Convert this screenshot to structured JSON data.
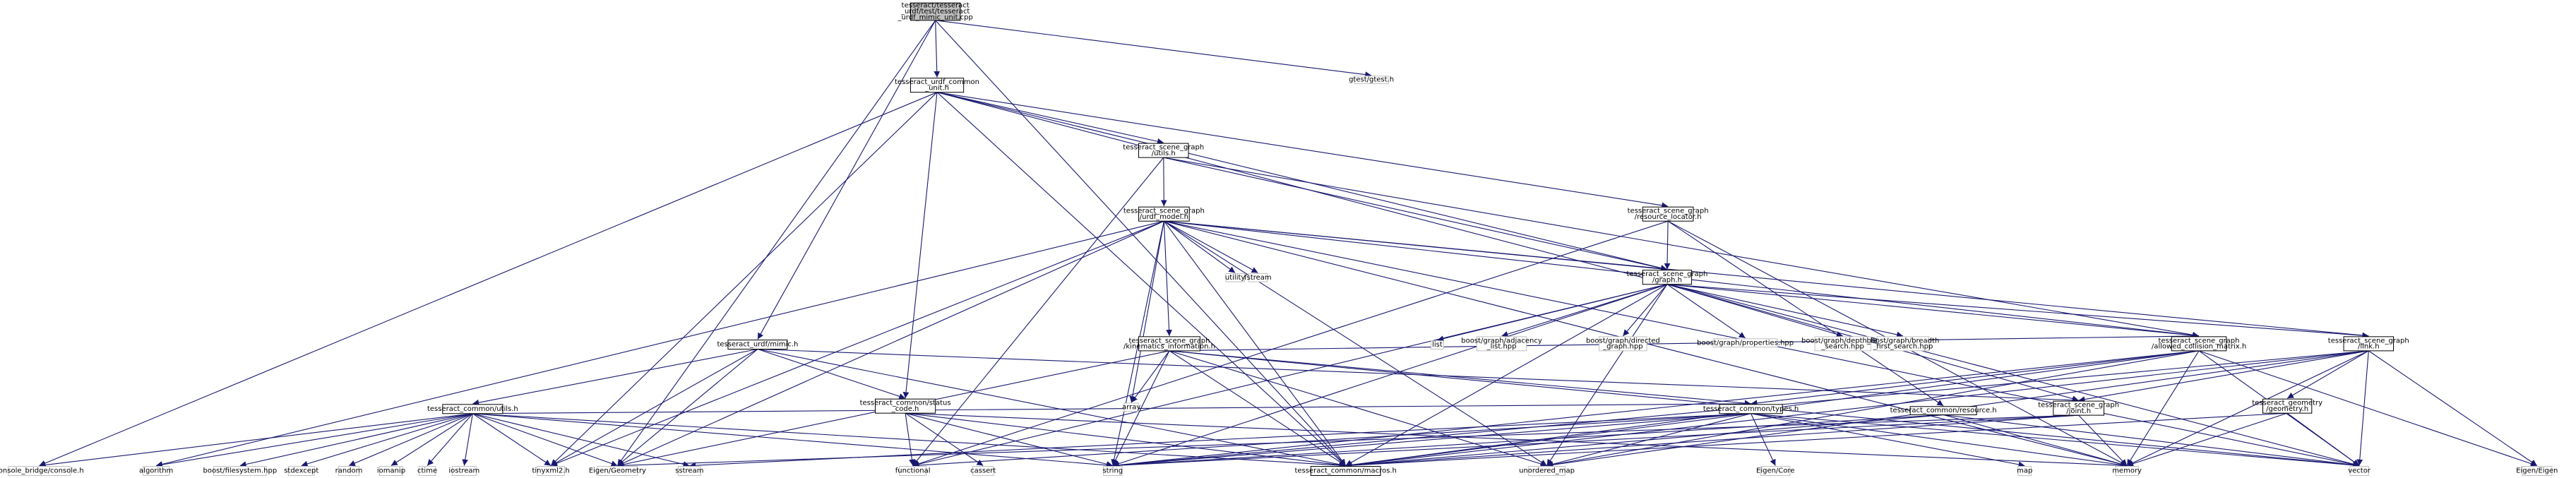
{
  "colors": {
    "edge": "#191970",
    "root_fill": "#bfbfbf",
    "node_stroke": "#000000",
    "external_stroke": "#bfbfbf",
    "node_fill": "#ffffff"
  },
  "nodes": [
    {
      "id": "root",
      "lines": [
        "tesseract/tesseract",
        "_urdf/test/tesseract",
        "_urdf_mimic_unit.cpp"
      ],
      "kind": "root"
    },
    {
      "id": "common_unit",
      "lines": [
        "tesseract_urdf_common",
        "_unit.h"
      ],
      "kind": "internal"
    },
    {
      "id": "gtest",
      "lines": [
        "gtest/gtest.h"
      ],
      "kind": "external"
    },
    {
      "id": "sg_utils",
      "lines": [
        "tesseract_scene_graph",
        "/utils.h"
      ],
      "kind": "internal"
    },
    {
      "id": "sg_urdf_model",
      "lines": [
        "tesseract_scene_graph",
        "/urdf_model.h"
      ],
      "kind": "internal"
    },
    {
      "id": "sg_resource_locator",
      "lines": [
        "tesseract_scene_graph",
        "/resource_locator.h"
      ],
      "kind": "internal"
    },
    {
      "id": "utility",
      "lines": [
        "utility"
      ],
      "kind": "external"
    },
    {
      "id": "fstream",
      "lines": [
        "fstream"
      ],
      "kind": "external"
    },
    {
      "id": "sg_graph",
      "lines": [
        "tesseract_scene_graph",
        "/graph.h"
      ],
      "kind": "internal"
    },
    {
      "id": "list",
      "lines": [
        "list"
      ],
      "kind": "external"
    },
    {
      "id": "bg_adjacency",
      "lines": [
        "boost/graph/adjacency",
        "_list.hpp"
      ],
      "kind": "external"
    },
    {
      "id": "bg_directed",
      "lines": [
        "boost/graph/directed",
        "_graph.hpp"
      ],
      "kind": "external"
    },
    {
      "id": "bg_properties",
      "lines": [
        "boost/graph/properties.hpp"
      ],
      "kind": "external"
    },
    {
      "id": "bg_dfs",
      "lines": [
        "boost/graph/depth_first",
        "_search.hpp"
      ],
      "kind": "external"
    },
    {
      "id": "bg_bfs",
      "lines": [
        "boost/graph/breadth",
        "_first_search.hpp"
      ],
      "kind": "external"
    },
    {
      "id": "sg_kin_info",
      "lines": [
        "tesseract_scene_graph",
        "/kinematics_information.h"
      ],
      "kind": "internal"
    },
    {
      "id": "sg_acm",
      "lines": [
        "tesseract_scene_graph",
        "/allowed_collision_matrix.h"
      ],
      "kind": "internal"
    },
    {
      "id": "sg_link",
      "lines": [
        "tesseract_scene_graph",
        "/link.h"
      ],
      "kind": "internal"
    },
    {
      "id": "urdf_mimic",
      "lines": [
        "tesseract_urdf/mimic.h"
      ],
      "kind": "internal"
    },
    {
      "id": "common_status",
      "lines": [
        "tesseract_common/status",
        "_code.h"
      ],
      "kind": "internal"
    },
    {
      "id": "array",
      "lines": [
        "array"
      ],
      "kind": "external"
    },
    {
      "id": "common_types",
      "lines": [
        "tesseract_common/types.h"
      ],
      "kind": "internal"
    },
    {
      "id": "common_resource",
      "lines": [
        "tesseract_common/resource.h"
      ],
      "kind": "internal"
    },
    {
      "id": "sg_joint",
      "lines": [
        "tesseract_scene_graph",
        "/joint.h"
      ],
      "kind": "internal"
    },
    {
      "id": "geom_geometry",
      "lines": [
        "tesseract_geometry",
        "/geometry.h"
      ],
      "kind": "internal"
    },
    {
      "id": "common_utils",
      "lines": [
        "tesseract_common/utils.h"
      ],
      "kind": "internal"
    },
    {
      "id": "console_bridge",
      "lines": [
        "console_bridge/console.h"
      ],
      "kind": "external"
    },
    {
      "id": "algorithm",
      "lines": [
        "algorithm"
      ],
      "kind": "external"
    },
    {
      "id": "boost_fs",
      "lines": [
        "boost/filesystem.hpp"
      ],
      "kind": "external"
    },
    {
      "id": "stdexcept",
      "lines": [
        "stdexcept"
      ],
      "kind": "external"
    },
    {
      "id": "random",
      "lines": [
        "random"
      ],
      "kind": "external"
    },
    {
      "id": "iomanip",
      "lines": [
        "iomanip"
      ],
      "kind": "external"
    },
    {
      "id": "ctime",
      "lines": [
        "ctime"
      ],
      "kind": "external"
    },
    {
      "id": "iostream",
      "lines": [
        "iostream"
      ],
      "kind": "external"
    },
    {
      "id": "tinyxml2",
      "lines": [
        "tinyxml2.h"
      ],
      "kind": "external"
    },
    {
      "id": "eigen_geometry",
      "lines": [
        "Eigen/Geometry"
      ],
      "kind": "external"
    },
    {
      "id": "sstream",
      "lines": [
        "sstream"
      ],
      "kind": "external"
    },
    {
      "id": "functional",
      "lines": [
        "functional"
      ],
      "kind": "external"
    },
    {
      "id": "cassert",
      "lines": [
        "cassert"
      ],
      "kind": "external"
    },
    {
      "id": "string",
      "lines": [
        "string"
      ],
      "kind": "external"
    },
    {
      "id": "common_macros",
      "lines": [
        "tesseract_common/macros.h"
      ],
      "kind": "internal"
    },
    {
      "id": "unordered_map",
      "lines": [
        "unordered_map"
      ],
      "kind": "external"
    },
    {
      "id": "eigen_core",
      "lines": [
        "Eigen/Core"
      ],
      "kind": "external"
    },
    {
      "id": "map",
      "lines": [
        "map"
      ],
      "kind": "external"
    },
    {
      "id": "memory",
      "lines": [
        "memory"
      ],
      "kind": "external"
    },
    {
      "id": "vector",
      "lines": [
        "vector"
      ],
      "kind": "external"
    },
    {
      "id": "eigen_eigen",
      "lines": [
        "Eigen/Eigen"
      ],
      "kind": "external"
    }
  ],
  "edges": [
    [
      "root",
      "common_unit"
    ],
    [
      "root",
      "gtest"
    ],
    [
      "root",
      "urdf_mimic"
    ],
    [
      "root",
      "eigen_geometry"
    ],
    [
      "root",
      "common_macros"
    ],
    [
      "common_unit",
      "sg_utils"
    ],
    [
      "common_unit",
      "sg_resource_locator"
    ],
    [
      "common_unit",
      "sg_graph"
    ],
    [
      "common_unit",
      "common_status"
    ],
    [
      "common_unit",
      "console_bridge"
    ],
    [
      "common_unit",
      "tinyxml2"
    ],
    [
      "common_unit",
      "common_macros"
    ],
    [
      "common_unit",
      "vector"
    ],
    [
      "sg_utils",
      "sg_urdf_model"
    ],
    [
      "sg_utils",
      "sg_graph"
    ],
    [
      "sg_utils",
      "sg_acm"
    ],
    [
      "sg_utils",
      "functional"
    ],
    [
      "sg_urdf_model",
      "utility"
    ],
    [
      "sg_urdf_model",
      "fstream"
    ],
    [
      "sg_urdf_model",
      "sg_graph"
    ],
    [
      "sg_urdf_model",
      "sg_kin_info"
    ],
    [
      "sg_urdf_model",
      "sg_acm"
    ],
    [
      "sg_urdf_model",
      "sg_link"
    ],
    [
      "sg_urdf_model",
      "array"
    ],
    [
      "sg_urdf_model",
      "string"
    ],
    [
      "sg_urdf_model",
      "common_macros"
    ],
    [
      "sg_urdf_model",
      "unordered_map"
    ],
    [
      "sg_urdf_model",
      "memory"
    ],
    [
      "sg_urdf_model",
      "vector"
    ],
    [
      "sg_urdf_model",
      "eigen_geometry"
    ],
    [
      "sg_urdf_model",
      "tinyxml2"
    ],
    [
      "sg_urdf_model",
      "algorithm"
    ],
    [
      "sg_resource_locator",
      "sg_graph"
    ],
    [
      "sg_resource_locator",
      "common_resource"
    ],
    [
      "sg_resource_locator",
      "functional"
    ],
    [
      "sg_resource_locator",
      "memory"
    ],
    [
      "sg_graph",
      "list"
    ],
    [
      "sg_graph",
      "bg_adjacency"
    ],
    [
      "sg_graph",
      "bg_directed"
    ],
    [
      "sg_graph",
      "bg_properties"
    ],
    [
      "sg_graph",
      "bg_dfs"
    ],
    [
      "sg_graph",
      "bg_bfs"
    ],
    [
      "sg_graph",
      "sg_acm"
    ],
    [
      "sg_graph",
      "sg_link"
    ],
    [
      "sg_graph",
      "sg_joint"
    ],
    [
      "sg_graph",
      "common_macros"
    ],
    [
      "sg_graph",
      "string"
    ],
    [
      "sg_graph",
      "unordered_map"
    ],
    [
      "sg_graph",
      "functional"
    ],
    [
      "sg_kin_info",
      "common_types"
    ],
    [
      "sg_kin_info",
      "sg_acm"
    ],
    [
      "sg_kin_info",
      "array"
    ],
    [
      "sg_kin_info",
      "string"
    ],
    [
      "sg_kin_info",
      "unordered_map"
    ],
    [
      "sg_kin_info",
      "common_macros"
    ],
    [
      "sg_kin_info",
      "eigen_geometry"
    ],
    [
      "sg_kin_info",
      "vector"
    ],
    [
      "sg_acm",
      "common_types"
    ],
    [
      "sg_acm",
      "unordered_map"
    ],
    [
      "sg_acm",
      "string"
    ],
    [
      "sg_acm",
      "memory"
    ],
    [
      "sg_acm",
      "vector"
    ],
    [
      "sg_acm",
      "common_macros"
    ],
    [
      "sg_acm",
      "eigen_eigen"
    ],
    [
      "sg_link",
      "geom_geometry"
    ],
    [
      "sg_link",
      "common_macros"
    ],
    [
      "sg_link",
      "sg_joint"
    ],
    [
      "sg_link",
      "memory"
    ],
    [
      "sg_link",
      "vector"
    ],
    [
      "sg_link",
      "eigen_eigen"
    ],
    [
      "sg_link",
      "unordered_map"
    ],
    [
      "sg_link",
      "string"
    ],
    [
      "urdf_mimic",
      "common_status"
    ],
    [
      "urdf_mimic",
      "common_utils"
    ],
    [
      "urdf_mimic",
      "tinyxml2"
    ],
    [
      "urdf_mimic",
      "eigen_geometry"
    ],
    [
      "urdf_mimic",
      "common_macros"
    ],
    [
      "urdf_mimic",
      "sg_joint"
    ],
    [
      "common_status",
      "functional"
    ],
    [
      "common_status",
      "cassert"
    ],
    [
      "common_status",
      "string"
    ],
    [
      "common_status",
      "common_macros"
    ],
    [
      "common_status",
      "memory"
    ],
    [
      "common_types",
      "common_macros"
    ],
    [
      "common_types",
      "eigen_core"
    ],
    [
      "common_types",
      "map"
    ],
    [
      "common_types",
      "memory"
    ],
    [
      "common_types",
      "vector"
    ],
    [
      "common_types",
      "unordered_map"
    ],
    [
      "common_types",
      "string"
    ],
    [
      "common_types",
      "sstream"
    ],
    [
      "common_types",
      "functional"
    ],
    [
      "common_resource",
      "common_macros"
    ],
    [
      "common_resource",
      "string"
    ],
    [
      "common_resource",
      "memory"
    ],
    [
      "common_resource",
      "vector"
    ],
    [
      "sg_joint",
      "common_macros"
    ],
    [
      "sg_joint",
      "memory"
    ],
    [
      "sg_joint",
      "string"
    ],
    [
      "sg_joint",
      "eigen_geometry"
    ],
    [
      "geom_geometry",
      "memory"
    ],
    [
      "geom_geometry",
      "vector"
    ],
    [
      "geom_geometry",
      "common_macros"
    ],
    [
      "common_utils",
      "console_bridge"
    ],
    [
      "common_utils",
      "algorithm"
    ],
    [
      "common_utils",
      "boost_fs"
    ],
    [
      "common_utils",
      "stdexcept"
    ],
    [
      "common_utils",
      "random"
    ],
    [
      "common_utils",
      "iomanip"
    ],
    [
      "common_utils",
      "ctime"
    ],
    [
      "common_utils",
      "iostream"
    ],
    [
      "common_utils",
      "tinyxml2"
    ],
    [
      "common_utils",
      "eigen_geometry"
    ],
    [
      "common_utils",
      "sstream"
    ],
    [
      "common_utils",
      "string"
    ],
    [
      "common_utils",
      "common_types"
    ],
    [
      "common_utils",
      "common_macros"
    ]
  ]
}
